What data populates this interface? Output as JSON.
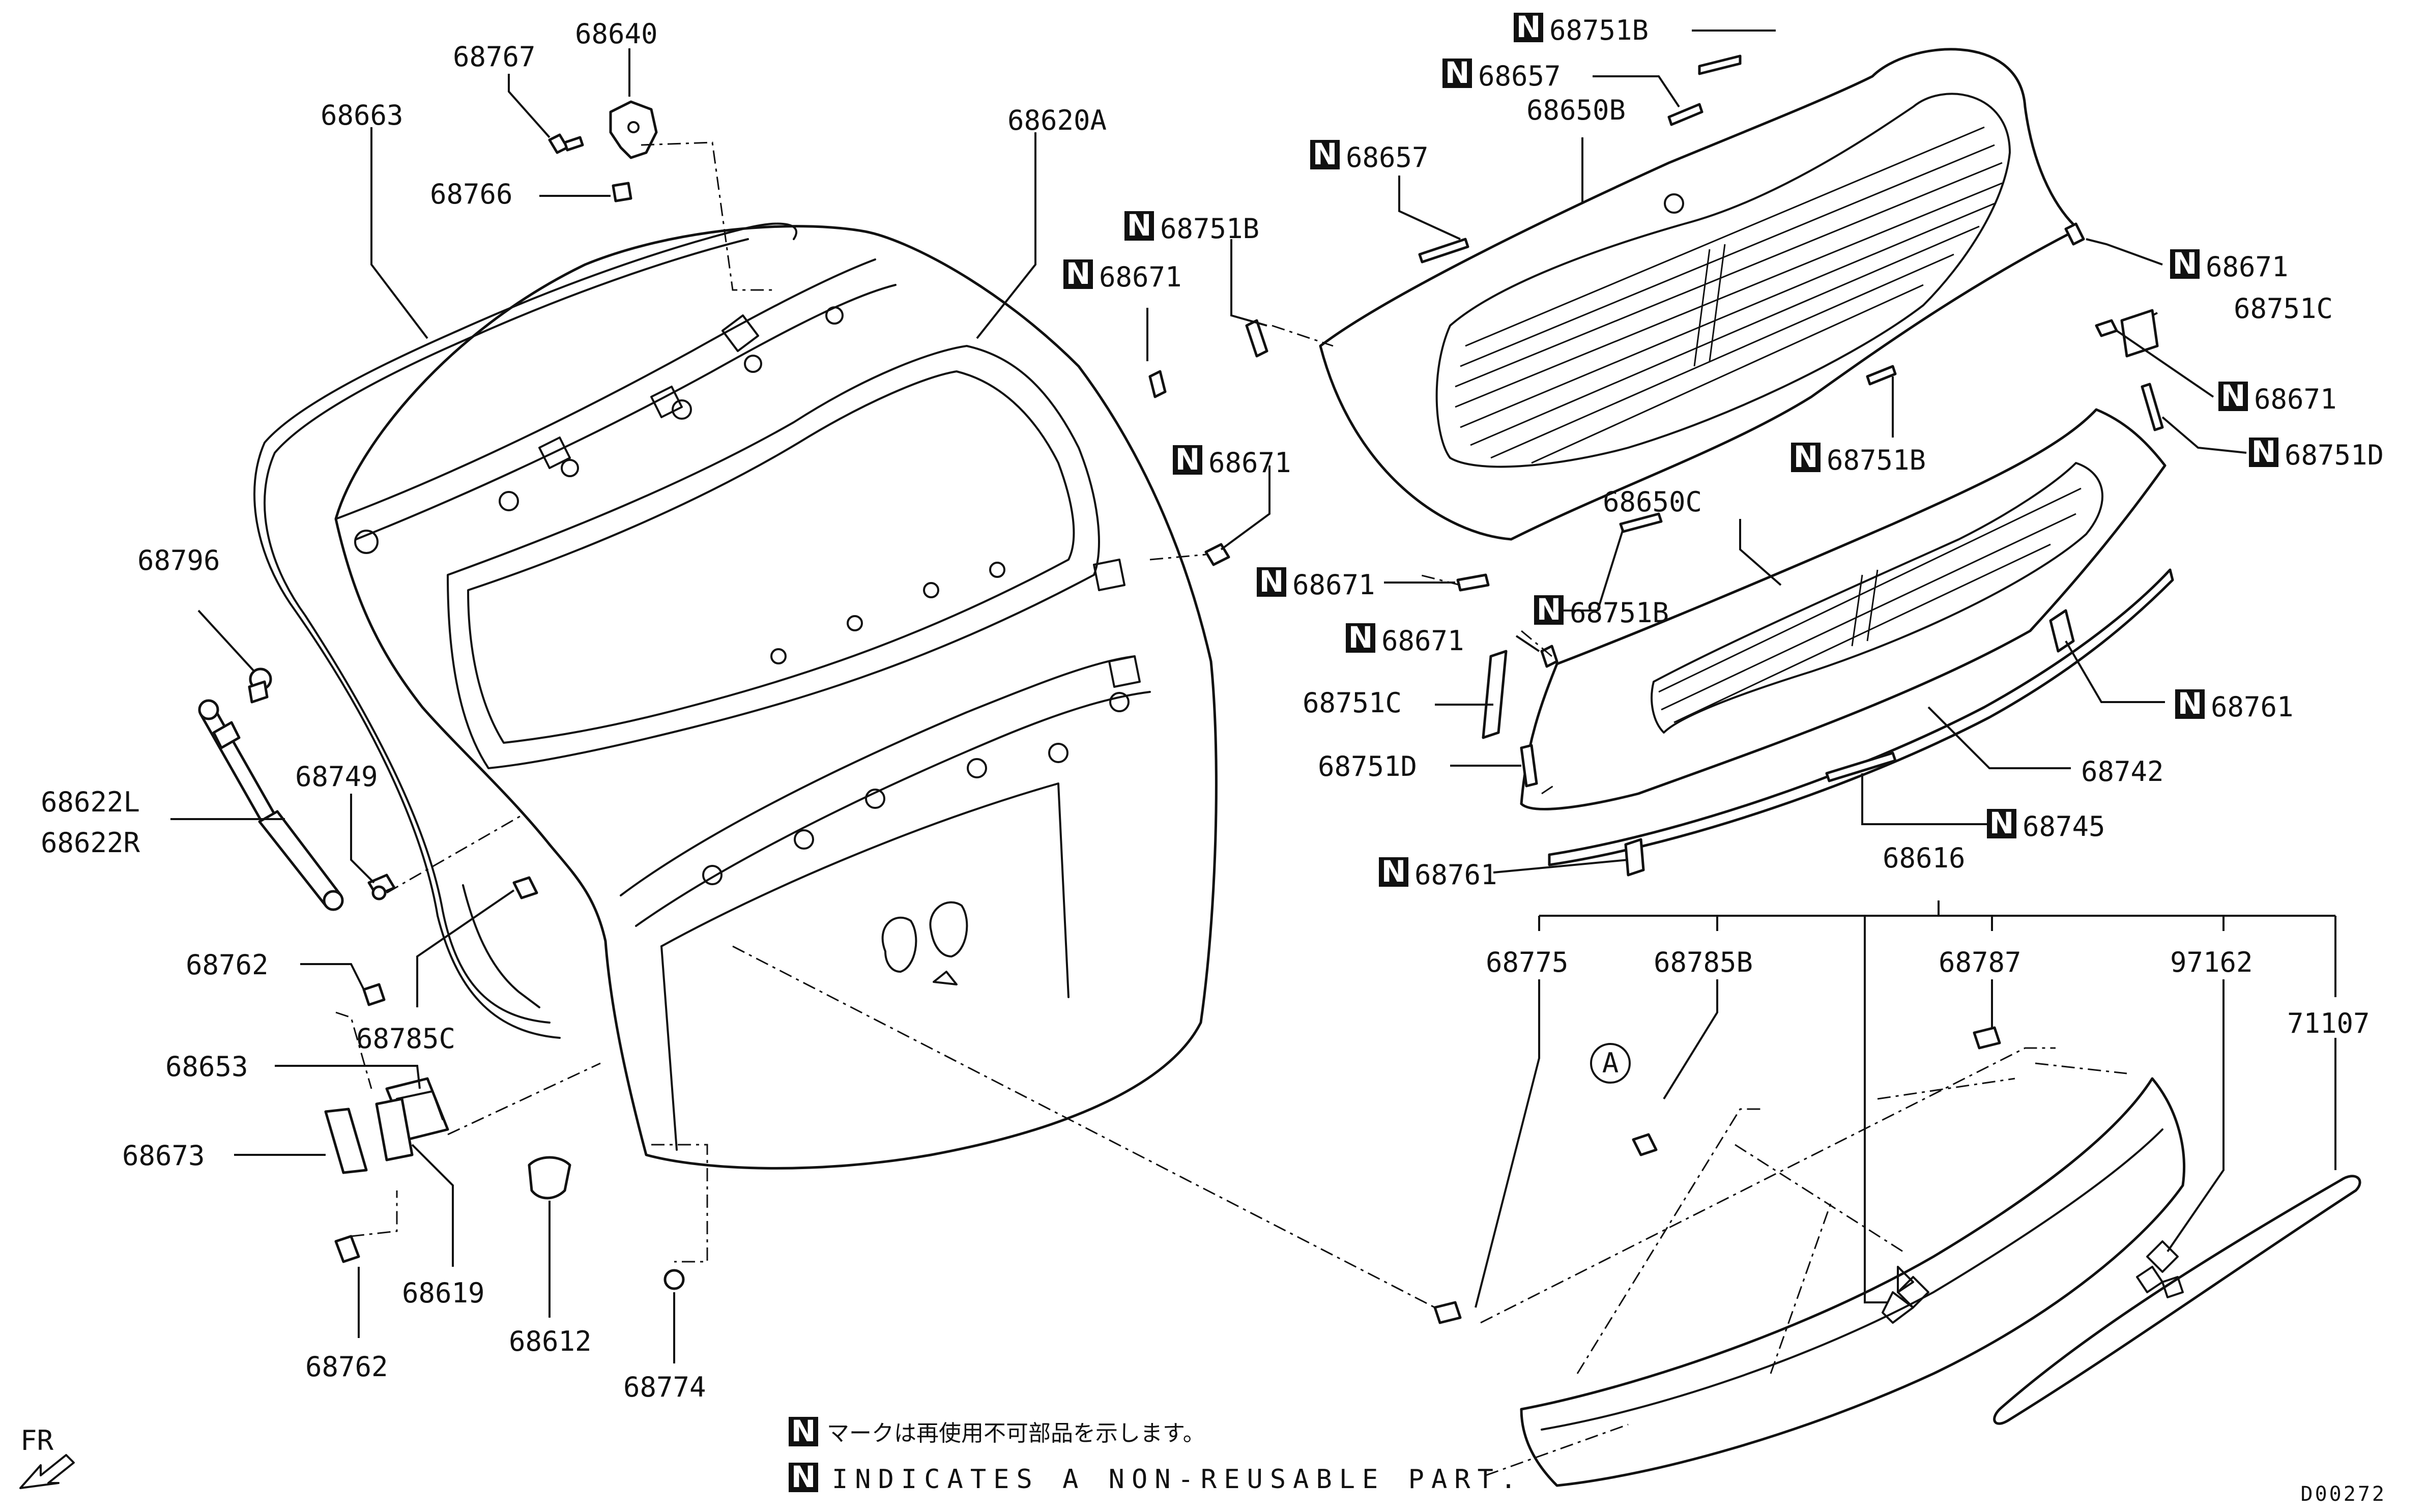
{
  "labels": {
    "p68640": "68640",
    "p68767": "68767",
    "p68663": "68663",
    "p68766": "68766",
    "p68620A": "68620A",
    "p68796": "68796",
    "p68622L": "68622L",
    "p68622R": "68622R",
    "p68749": "68749",
    "p68762a": "68762",
    "p68785C": "68785C",
    "p68653": "68653",
    "p68673": "68673",
    "p68619": "68619",
    "p68762b": "68762",
    "p68612": "68612",
    "p68774": "68774",
    "p68751B_a": "68751B",
    "p68657_a": "68657",
    "p68650B": "68650B",
    "p68657_b": "68657",
    "p68751B_b": "68751B",
    "p68671_a": "68671",
    "p68671_b": "68671",
    "p68671_c": "68671",
    "p68671_d": "68671",
    "p68751C_a": "68751C",
    "p68671_e": "68671",
    "p68751D_a": "68751D",
    "p68751B_c": "68751B",
    "p68650C": "68650C",
    "p68751B_d": "68751B",
    "p68671_f": "68671",
    "p68751C_b": "68751C",
    "p68751D_b": "68751D",
    "p68761_a": "68761",
    "p68742": "68742",
    "p68745": "68745",
    "p68761_b": "68761",
    "p68616": "68616",
    "p68775": "68775",
    "p68785B": "68785B",
    "p68787": "68787",
    "p97162": "97162",
    "p71107": "71107"
  },
  "n_mark": "N",
  "callout_a": "A",
  "notes": {
    "jp": "マークは再使用不可部品を示します。",
    "en": "INDICATES A NON-REUSABLE PART."
  },
  "fr_label": "FR",
  "diagram_code": "D00272"
}
